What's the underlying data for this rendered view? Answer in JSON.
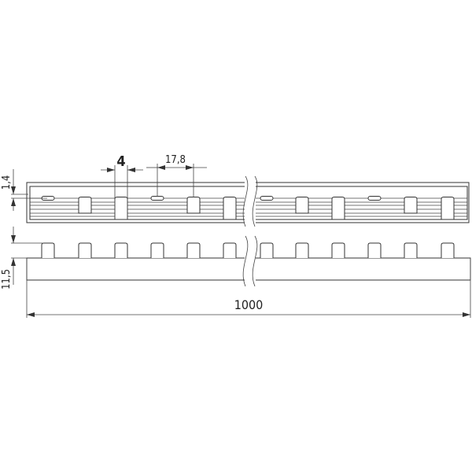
{
  "title": "Busbar dimension drawing",
  "dimensions": {
    "pin_width": "4",
    "pitch": "17,8",
    "thickness": "1,4",
    "height": "11,5",
    "length": "1000"
  },
  "colors": {
    "line": "#333333",
    "background": "#ffffff"
  }
}
